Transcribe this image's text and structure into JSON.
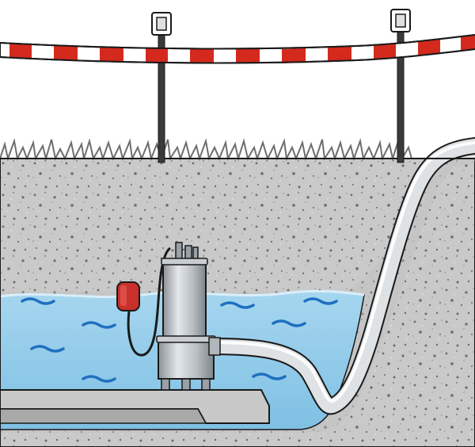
{
  "illustration": {
    "subject": "submersible-drainage-pump",
    "elements": [
      "barrier-tape",
      "fence-posts",
      "grass",
      "soil",
      "pit",
      "water",
      "pump",
      "float-switch",
      "discharge-hose",
      "concrete-slab"
    ]
  },
  "colors": {
    "sky": "#ffffff",
    "soil": "#c9c9c9",
    "soil_dark": "#bdbdbd",
    "speckle": "#6b6b6b",
    "water": "#8ecae9",
    "water_surface": "#bfe3f5",
    "wave": "#1f6fbf",
    "tape_red": "#d42a1e",
    "tape_white": "#ffffff",
    "outline": "#1a1a1a",
    "grass": "#7a7a7a",
    "pump_metal": "#bfc4c8",
    "pump_shadow": "#8a9196",
    "float_switch": "#c9302c",
    "hose": "#d9dcde",
    "concrete": "#c8c8c8",
    "post": "#3a3a3a"
  }
}
